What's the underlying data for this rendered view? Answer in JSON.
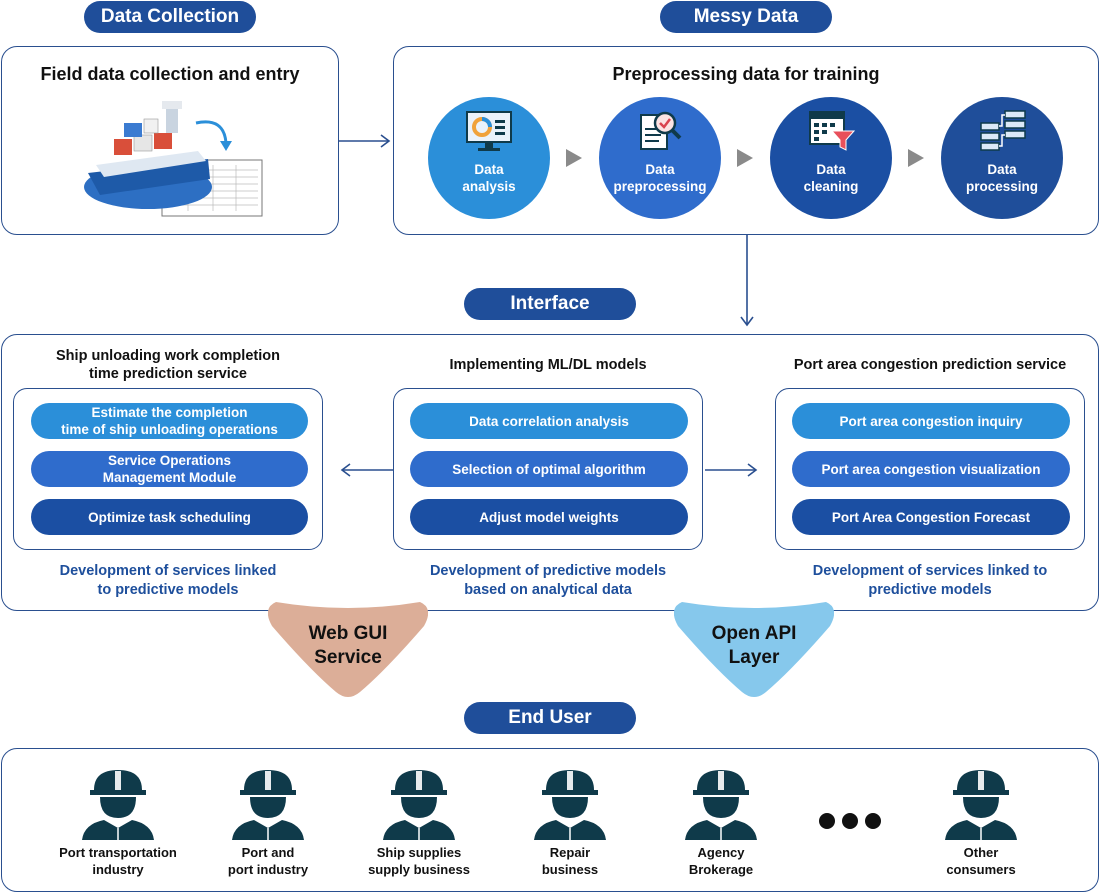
{
  "pills": {
    "data_collection": "Data Collection",
    "messy_data": "Messy Data",
    "interface": "Interface",
    "end_user": "End User"
  },
  "field_box": {
    "title": "Field data collection and entry"
  },
  "preprocess_box": {
    "title": "Preprocessing data for training",
    "steps": [
      {
        "label_1": "Data",
        "label_2": "analysis",
        "icon": "monitor-chart-icon",
        "color": "#2b8fd9"
      },
      {
        "label_1": "Data",
        "label_2": "preprocessing",
        "icon": "magnifier-document-icon",
        "color": "#2f6ccc"
      },
      {
        "label_1": "Data",
        "label_2": "cleaning",
        "icon": "table-filter-icon",
        "color": "#1b4fa3"
      },
      {
        "label_1": "Data",
        "label_2": "processing",
        "icon": "server-stack-icon",
        "color": "#1f4e9a"
      }
    ]
  },
  "interface_box": {
    "left": {
      "title_1": "Ship unloading work completion",
      "title_2": "time prediction service",
      "items": [
        {
          "line_1": "Estimate the completion",
          "line_2": "time of ship unloading operations"
        },
        {
          "line_1": "Service Operations",
          "line_2": "Management Module"
        },
        {
          "line_1": "Optimize task scheduling",
          "line_2": ""
        }
      ],
      "caption_1": "Development of services linked",
      "caption_2": "to predictive models"
    },
    "center": {
      "title": "Implementing ML/DL models",
      "items": [
        "Data correlation analysis",
        "Selection of optimal algorithm",
        "Adjust model weights"
      ],
      "caption_1": "Development of predictive models",
      "caption_2": "based on analytical data"
    },
    "right": {
      "title": "Port area congestion prediction service",
      "items": [
        "Port area congestion inquiry",
        "Port area congestion visualization",
        "Port Area Congestion Forecast"
      ],
      "caption_1": "Development of services linked to",
      "caption_2": "predictive models"
    }
  },
  "funnels": {
    "web_gui": {
      "line_1": "Web GUI",
      "line_2": "Service",
      "color": "#dcae98"
    },
    "open_api": {
      "line_1": "Open API",
      "line_2": "Layer",
      "color": "#86c8ec"
    }
  },
  "end_users": [
    {
      "line_1": "Port transportation",
      "line_2": "industry"
    },
    {
      "line_1": "Port and",
      "line_2": "port industry"
    },
    {
      "line_1": "Ship supplies",
      "line_2": "supply business"
    },
    {
      "line_1": "Repair",
      "line_2": "business"
    },
    {
      "line_1": "Agency",
      "line_2": "Brokerage"
    },
    {
      "line_1": "Other",
      "line_2": "consumers"
    }
  ],
  "colors": {
    "primary": "#1f4e9a",
    "border": "#2a4f8f",
    "worker": "#0f3a4a"
  }
}
